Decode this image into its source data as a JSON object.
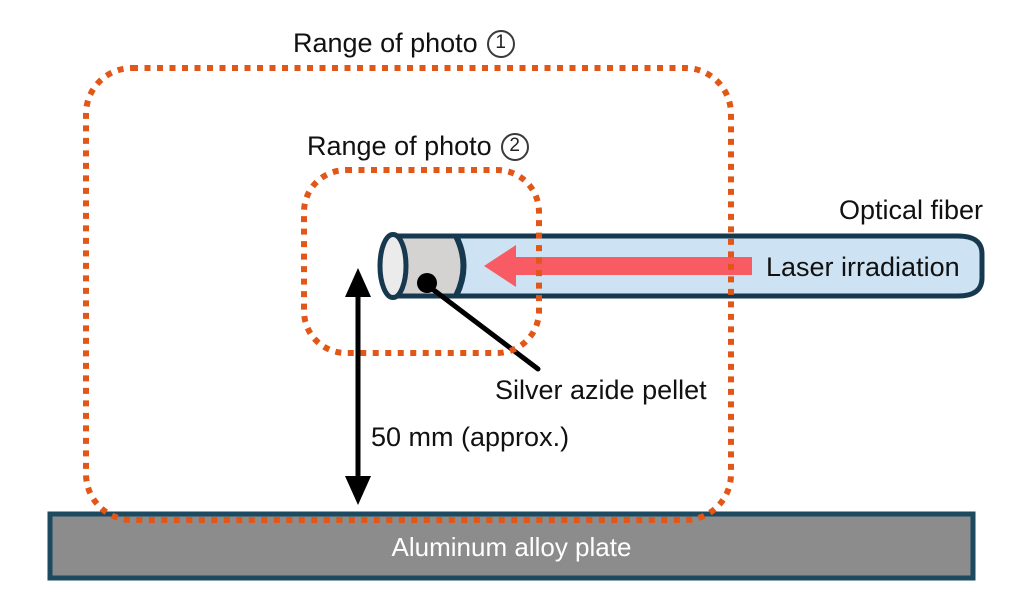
{
  "figure": {
    "kind": "laser-irradiation-experimental-setup-diagram",
    "range1_label": "Range of photo",
    "range1_number": "1",
    "range2_label": "Range of photo",
    "range2_number": "2",
    "optical_fiber_label": "Optical fiber",
    "laser_label": "Laser irradiation",
    "pellet_label": "Silver azide pellet",
    "distance_label": "50 mm (approx.)",
    "plate_label": "Aluminum alloy plate"
  },
  "colors": {
    "dotted_outline": "#e25717",
    "fiber_fill": "#cde3f3",
    "fiber_border": "#16394f",
    "holder_fill": "#d5d3d1",
    "end_cap_fill": "#ebebeb",
    "laser_arrow": "#f85b63",
    "plate_fill": "#8c8c8c",
    "plate_border": "#1b4a61",
    "annotation": "#000000"
  }
}
